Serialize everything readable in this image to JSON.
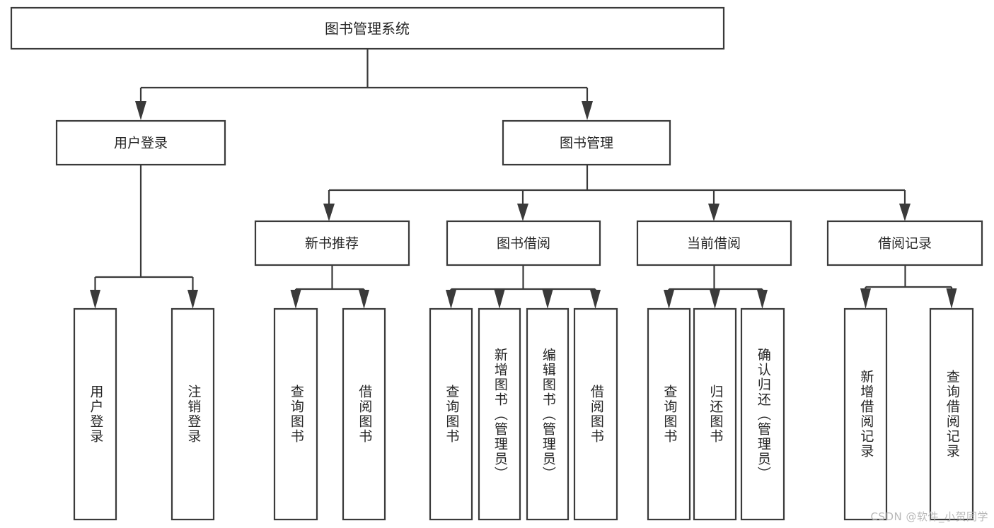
{
  "diagram": {
    "title": "图书管理系统",
    "watermark": "CSDN @软件_小贺同学",
    "colors": {
      "stroke": "#3a3a3a",
      "box_fill": "#ffffff",
      "text": "#262626",
      "background": "#ffffff",
      "watermark": "#b9b9b9"
    },
    "root": {
      "label": "图书管理系统"
    },
    "level2": [
      {
        "label": "用户登录"
      },
      {
        "label": "图书管理"
      }
    ],
    "level3": [
      {
        "label": "新书推荐"
      },
      {
        "label": "图书借阅"
      },
      {
        "label": "当前借阅"
      },
      {
        "label": "借阅记录"
      }
    ],
    "leaves": {
      "user_login": [
        {
          "label": "用户登录"
        },
        {
          "label": "注销登录"
        }
      ],
      "new_book_recommend": [
        {
          "label": "查询图书"
        },
        {
          "label": "借阅图书"
        }
      ],
      "book_borrow": [
        {
          "label": "查询图书"
        },
        {
          "label": "新增图书（管理员）"
        },
        {
          "label": "编辑图书（管理员）"
        },
        {
          "label": "借阅图书"
        }
      ],
      "current_borrow": [
        {
          "label": "查询图书"
        },
        {
          "label": "归还图书"
        },
        {
          "label": "确认归还（管理员）"
        }
      ],
      "borrow_record": [
        {
          "label": "新增借阅记录"
        },
        {
          "label": "查询借阅记录"
        }
      ]
    }
  }
}
